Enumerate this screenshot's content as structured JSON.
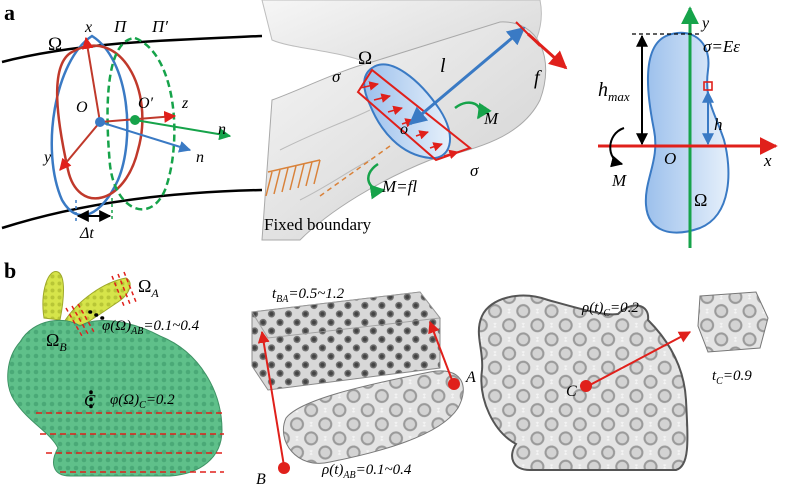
{
  "panel_a": {
    "label": "a",
    "left": {
      "omega": "Ω",
      "x_axis": "x",
      "plane1": "Π",
      "plane2": "Π′",
      "origin": "O",
      "origin2": "O′",
      "z_axis": "z",
      "y_axis": "y",
      "normal1": "n",
      "normal2": "n",
      "thickness": "Δt"
    },
    "middle": {
      "omega": "Ω",
      "length": "l",
      "force": "f",
      "sigma_top": "σ",
      "sigma_bottom": "σ",
      "moment": "M",
      "moment_eq": "M=fl",
      "origin": "o",
      "boundary": "Fixed boundary"
    },
    "right": {
      "y_axis": "y",
      "stress_eq": "σ=Eε",
      "h_max": "h",
      "h_max_sub": "max",
      "h": "h",
      "origin": "O",
      "x_axis": "x",
      "moment": "M",
      "omega": "Ω"
    }
  },
  "panel_b": {
    "label": "b",
    "bunny": {
      "omega_a": "Ω",
      "omega_a_sub": "A",
      "omega_b": "Ω",
      "omega_b_sub": "B",
      "phi_ab": "φ(Ω)",
      "phi_ab_sub": "AB",
      "phi_ab_val": "=0.1~0.4",
      "c_label": "C",
      "phi_c": "φ(Ω)",
      "phi_c_sub": "C",
      "phi_c_val": "=0.2"
    },
    "middle": {
      "t_ba": "t",
      "t_ba_sub": "BA",
      "t_ba_val": "=0.5~1.2",
      "a_label": "A",
      "b_label": "B",
      "rho_ab": "ρ(t)",
      "rho_ab_sub": "AB",
      "rho_ab_val": "=0.1~0.4"
    },
    "right": {
      "rho_c": "ρ(t)",
      "rho_c_sub": "C",
      "rho_c_val": "=0.2",
      "c_label": "C",
      "t_c": "t",
      "t_c_sub": "C",
      "t_c_val": "=0.9"
    }
  },
  "colors": {
    "red": "#e0201b",
    "blue": "#3a7ac4",
    "green": "#16a34a",
    "bunny_green": "#5fc08a",
    "ear_yellow": "#d6e44a",
    "section_fill": "#c9dcf5",
    "boundary_orange": "#d9823a"
  }
}
